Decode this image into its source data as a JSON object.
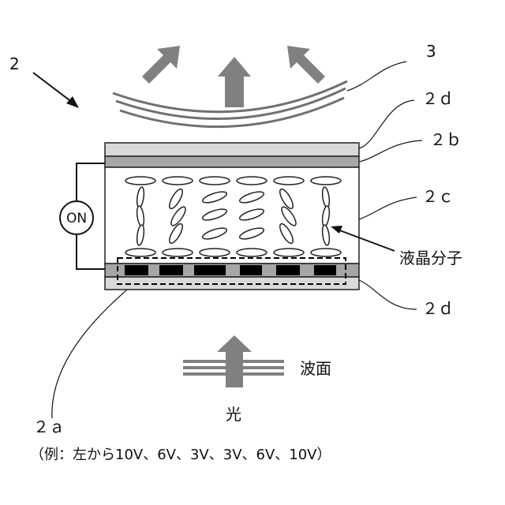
{
  "labels": {
    "device": "2",
    "output_lens": "3",
    "top_layer": "２ｄ",
    "top_electrode": "２ｂ",
    "lc_layer": "２ｃ",
    "molecules": "液晶分子",
    "bottom_layer": "２ｄ",
    "wavefront": "波面",
    "light": "光",
    "electrode_array": "２ａ",
    "example": "（例：左から10V、6V、3V、3V、6V、10V）",
    "switch": "ON"
  },
  "voltages": [
    10,
    6,
    3,
    3,
    6,
    10
  ],
  "colors": {
    "arrow": "#808080",
    "lens_lines": "#707070",
    "glass": "#d9d9d9",
    "electrode_top": "#a6a6a6",
    "electrode_black": "#000000",
    "outline": "#222222"
  }
}
